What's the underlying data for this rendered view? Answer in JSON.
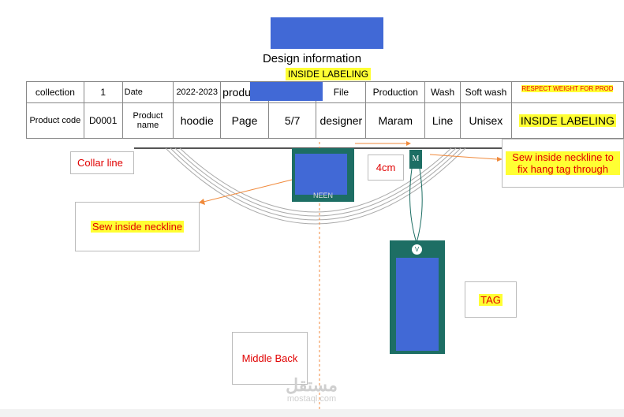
{
  "header": {
    "title": "Design information",
    "subtitle": "INSIDE LABELING"
  },
  "table": {
    "row1": {
      "c1": "collection",
      "c2": "1",
      "c3": "Date",
      "c4": "2022-2023",
      "c5": "produ",
      "c7": "File",
      "c8": "Production",
      "c9": "Wash",
      "c10": "Soft wash",
      "c11": "RESPECT WEIGHT FOR PROD"
    },
    "row2": {
      "c1": "Product code",
      "c2": "D0001",
      "c3": "Product name",
      "c4": "hoodie",
      "c5": "Page",
      "c6": "5/7",
      "c7": "designer",
      "c8": "Maram",
      "c9": "Line",
      "c10": "Unisex",
      "c11": "INSIDE LABELING"
    }
  },
  "labels": {
    "collar_line": "Collar line",
    "sew_inside_neckline": "Sew inside neckline",
    "measure": "4cm",
    "hang_tag_note": "Sew inside neckline to fix hang tag through",
    "tag": "TAG",
    "middle_back": "Middle Back",
    "loop_letter": "M",
    "label_partial_text": "NEEN",
    "tag_letter": "V"
  },
  "watermark": {
    "arabic": "مستقل",
    "latin": "mostaql.com"
  },
  "colors": {
    "accent_blue": "#4169d6",
    "label_teal": "#1d6e64",
    "callout_red": "#e00000",
    "highlight_yellow": "#ffff33",
    "guide_orange": "#f08a3c"
  }
}
